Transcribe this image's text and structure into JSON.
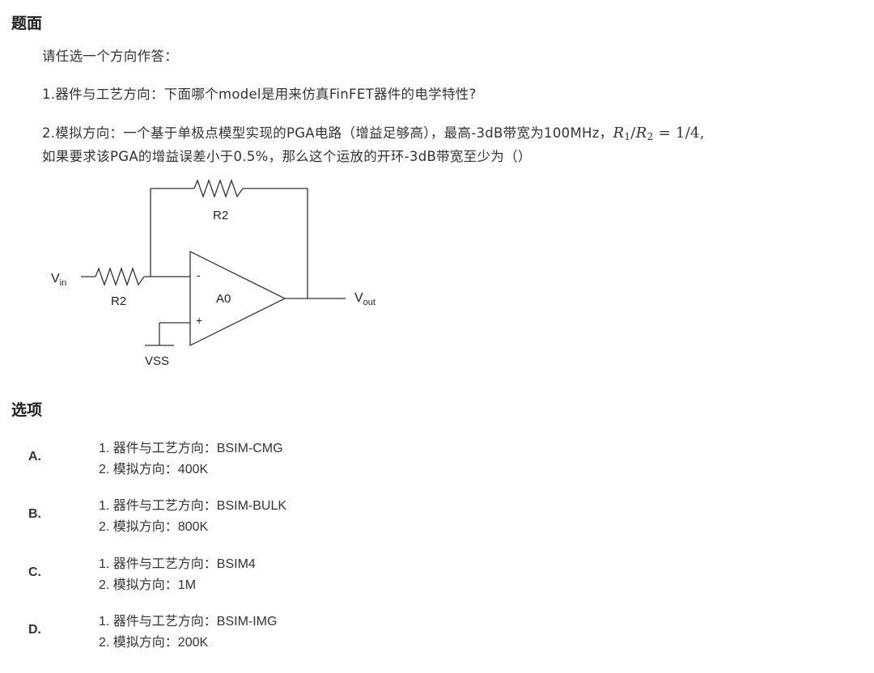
{
  "question_heading": "题面",
  "question": {
    "intro": "请任选一个方向作答：",
    "line1": "1.器件与工艺方向：下面哪个model是用来仿真FinFET器件的电学特性?",
    "line2_part1": "2.模拟方向：一个基于单极点模型实现的PGA电路（增益足够高），最高-3dB带宽为100MHz，",
    "line2_math": {
      "r1": "R",
      "r1_sub": "1",
      "slash": "/",
      "r2": "R",
      "r2_sub": "2",
      "rhs": " = 1/4",
      "tail": ","
    },
    "line2_part2": "如果要求该PGA的增益误差小于0.5%，那么这个运放的开环-3dB带宽至少为（）"
  },
  "circuit": {
    "vin_main": "V",
    "vin_sub": "in",
    "vout_main": "V",
    "vout_sub": "out",
    "r_feedback": "R2",
    "r_input": "R2",
    "opamp_label": "A0",
    "minus_sign": "-",
    "plus_sign": "+",
    "ground_label": "VSS"
  },
  "options_heading": "选项",
  "options": [
    {
      "letter": "A.",
      "line1": "1. 器件与工艺方向：BSIM-CMG",
      "line2": "2. 模拟方向：400K"
    },
    {
      "letter": "B.",
      "line1": "1. 器件与工艺方向：BSIM-BULK",
      "line2": "2. 模拟方向：800K"
    },
    {
      "letter": "C.",
      "line1": "1. 器件与工艺方向：BSIM4",
      "line2": "2. 模拟方向：1M"
    },
    {
      "letter": "D.",
      "line1": "1. 器件与工艺方向：BSIM-IMG",
      "line2": "2. 模拟方向：200K"
    }
  ]
}
